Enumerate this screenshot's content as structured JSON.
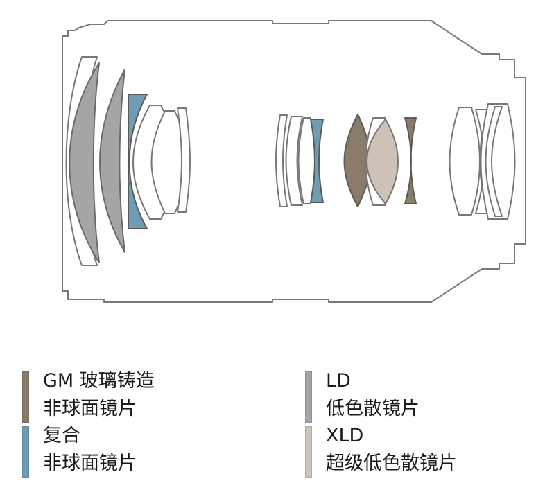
{
  "colors": {
    "outline": "#777777",
    "gm_aspherical": "#8b7b6b",
    "composite_aspherical": "#6e9cb5",
    "ld": "#a5a5a5",
    "xld": "#cdc2b5",
    "clear_glass": "#ffffff"
  },
  "legend": [
    {
      "id": "gm-aspherical",
      "line1": "GM 玻璃铸造",
      "line2": "非球面镜片",
      "color": "#8b7b6b"
    },
    {
      "id": "ld",
      "line1": "LD",
      "line2": "低色散镜片",
      "color": "#a5a5a5"
    },
    {
      "id": "composite-aspherical",
      "line1": "复合",
      "line2": "非球面镜片",
      "color": "#6e9cb5"
    },
    {
      "id": "xld",
      "line1": "XLD",
      "line2": "超级低色散镜片",
      "color": "#cdc2b5"
    }
  ]
}
